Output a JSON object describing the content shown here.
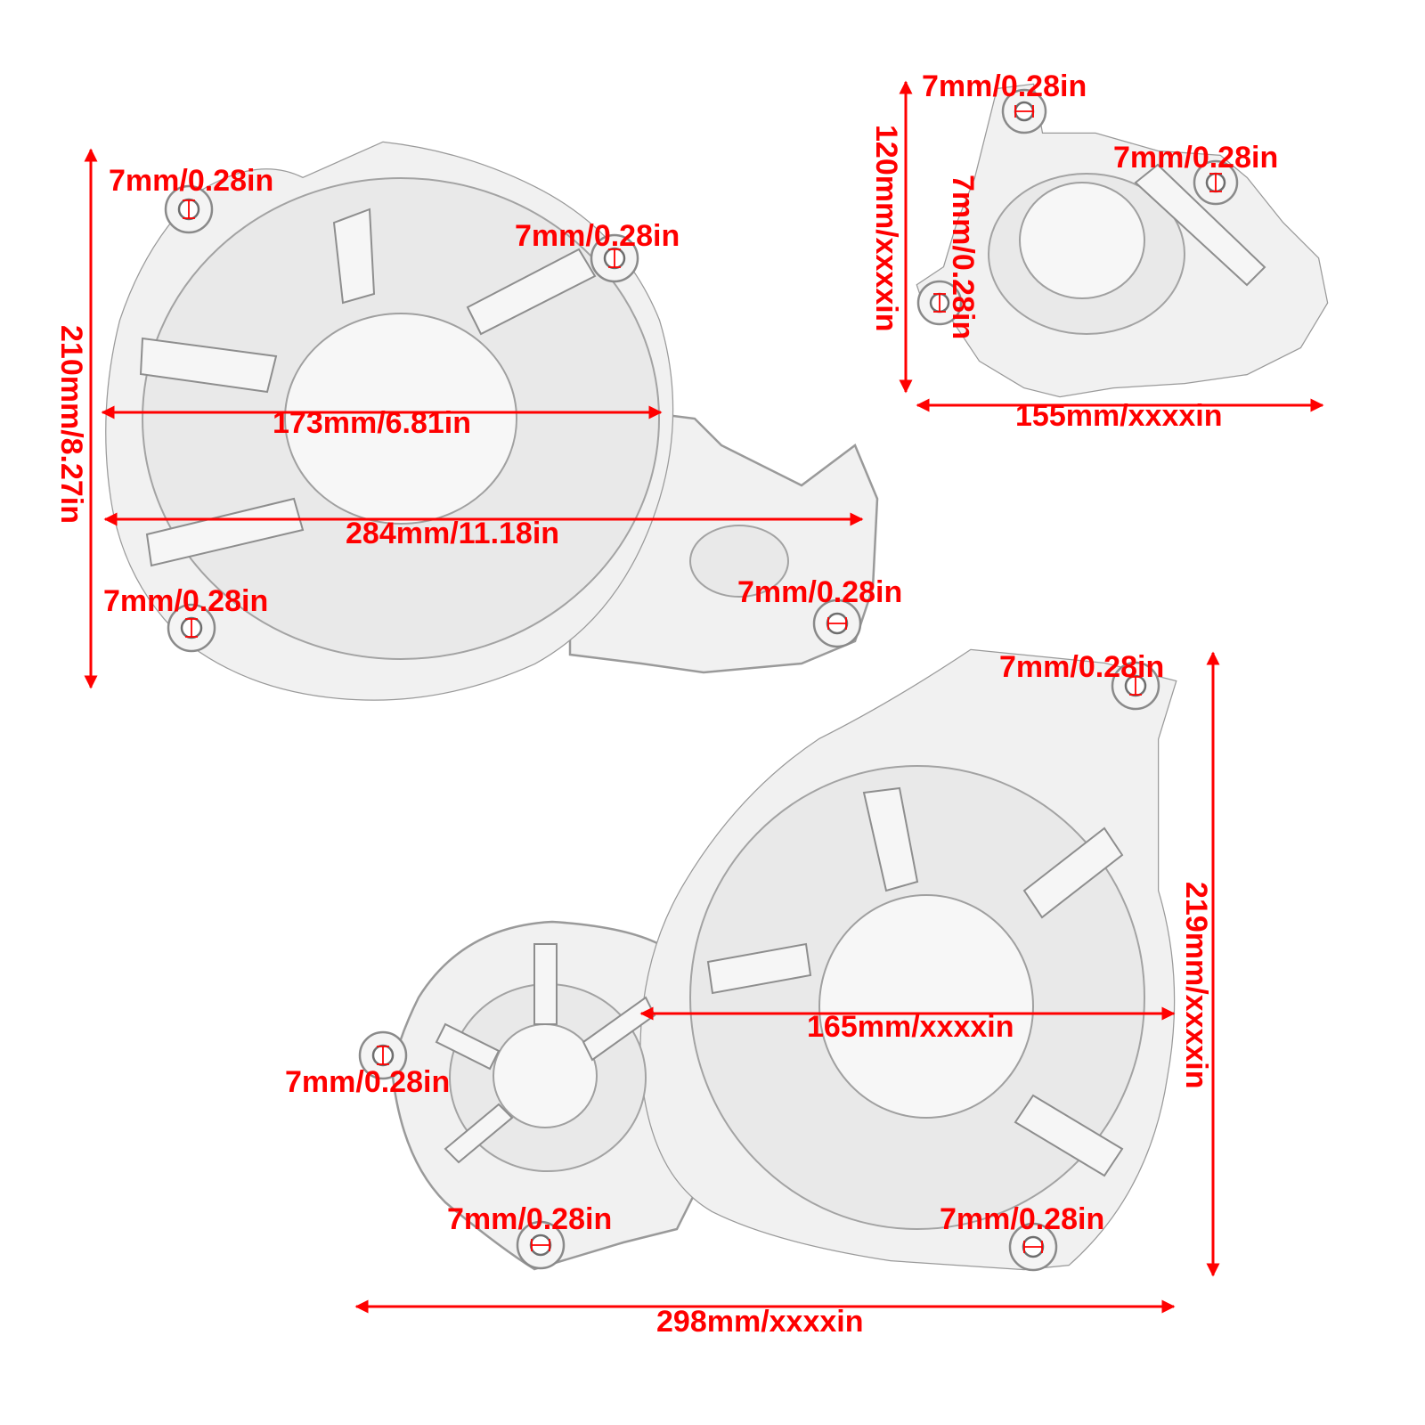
{
  "colors": {
    "dimension": "#ff0000",
    "part_fill": "#f1f1f1",
    "part_outline": "#9a9a9a"
  },
  "parts": {
    "cover_a": {
      "hole_label_top_left": "7mm/0.28in",
      "hole_label_top_right": "7mm/0.28in",
      "hole_label_bottom_left": "7mm/0.28in",
      "hole_label_bottom_right": "7mm/0.28in",
      "height": "210mm/8.27in",
      "inner_width": "173mm/6.81in",
      "overall_width": "284mm/11.18in"
    },
    "cover_b": {
      "hole_label_top": "7mm/0.28in",
      "hole_label_right": "7mm/0.28in",
      "hole_label_left": "7mm/0.28in",
      "height": "120mm/xxxxin",
      "width": "155mm/xxxxin"
    },
    "cover_c": {
      "hole_label_top_right": "7mm/0.28in",
      "hole_label_left": "7mm/0.28in",
      "hole_label_bottom_mid": "7mm/0.28in",
      "hole_label_bottom_right": "7mm/0.28in",
      "inner_width": "165mm/xxxxin",
      "height": "219mm/xxxxin",
      "overall_width": "298mm/xxxxin"
    }
  }
}
